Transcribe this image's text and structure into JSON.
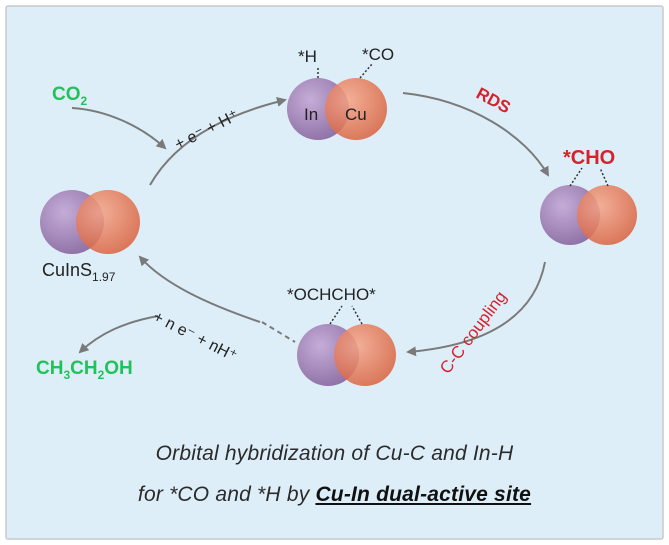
{
  "colors": {
    "background": "#ddeef8",
    "frame": "#c9c9c9",
    "in_sphere": "#9b7fb0",
    "cu_sphere": "#e8734f",
    "green": "#22c25a",
    "red": "#d5232e",
    "arrow": "#7a7a7a",
    "text": "#222222"
  },
  "labels": {
    "co2_main": "CO",
    "co2_sub": "2",
    "step1": "+ e⁻ + H⁺",
    "ads_h": "*H",
    "ads_co": "*CO",
    "atom_in": "In",
    "atom_cu": "Cu",
    "rds": "RDS",
    "cho": "*CHO",
    "cc_coupling": "C-C coupling",
    "ochcho": "*OCHCHO*",
    "catalyst_main": "CuInS",
    "catalyst_sub": "1.97",
    "step_n": "+ n e⁻ + nH⁺",
    "ethanol_1": "CH",
    "ethanol_2": "3",
    "ethanol_3": "CH",
    "ethanol_4": "2",
    "ethanol_5": "OH"
  },
  "caption": {
    "line1": "Orbital hybridization of Cu-C and In-H",
    "line2_prefix": "for *CO and *H by ",
    "line2_bold": "Cu-In dual-active site"
  }
}
